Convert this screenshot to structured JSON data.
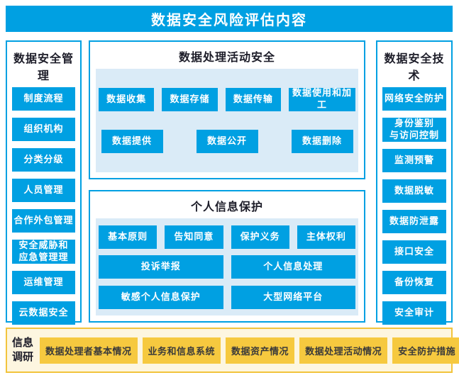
{
  "banner": {
    "title": "数据安全风险评估内容"
  },
  "left_panel": {
    "header": "数据安全管理",
    "items": [
      "制度流程",
      "组织机构",
      "分类分级",
      "人员管理",
      "合作外包管理",
      "安全威胁和\n应急管理理",
      "运维管理",
      "云数据安全"
    ]
  },
  "center": {
    "activity": {
      "header": "数据处理活动安全",
      "row1": [
        "数据收集",
        "数据存储",
        "数据传输",
        "数据使用和加工"
      ],
      "row2": [
        "数据提供",
        "数据公开",
        "数据删除"
      ]
    },
    "personal": {
      "header": "个人信息保护",
      "row1": [
        "基本原则",
        "告知同意",
        "保护义务",
        "主体权利"
      ],
      "row2": [
        "投诉举报",
        "个人信息处理"
      ],
      "row3": [
        "敏感个人信息保护",
        "大型网络平台"
      ]
    }
  },
  "right_panel": {
    "header": "数据安全技术",
    "items": [
      "网络安全防护",
      "身份鉴别\n与访问控制",
      "监测预警",
      "数据脱敏",
      "数据防泄露",
      "接口安全",
      "备份恢复",
      "安全审计"
    ]
  },
  "bottom": {
    "label": "信息\n调研",
    "items": [
      "数据处理者基本情况",
      "业务和信息系统",
      "数据资产情况",
      "数据处理活动情况",
      "安全防护措施"
    ]
  },
  "colors": {
    "primary_blue": "#00a0e2",
    "panel_light_blue": "#daebf7",
    "yellow_border": "#f2c43d",
    "yellow_background": "#fdf6e0",
    "yellow_button": "#f6c93f",
    "dark_text": "#1c1c28"
  }
}
